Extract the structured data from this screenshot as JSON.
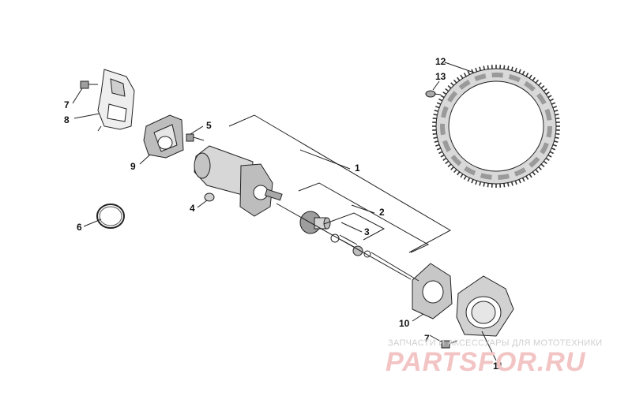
{
  "callouts": {
    "c1": "1",
    "c2": "2",
    "c3": "3",
    "c4": "4",
    "c5": "5",
    "c6": "6",
    "c7a": "7",
    "c7b": "7",
    "c8": "8",
    "c9": "9",
    "c10": "10",
    "c11": "11",
    "c12": "12",
    "c13": "13"
  },
  "watermark": {
    "tagline": "ЗАПЧАСТИ И АКСЕССУАРЫ ДЛЯ МОТОТЕХНИКИ",
    "brand": "PARTSFOR.RU"
  }
}
